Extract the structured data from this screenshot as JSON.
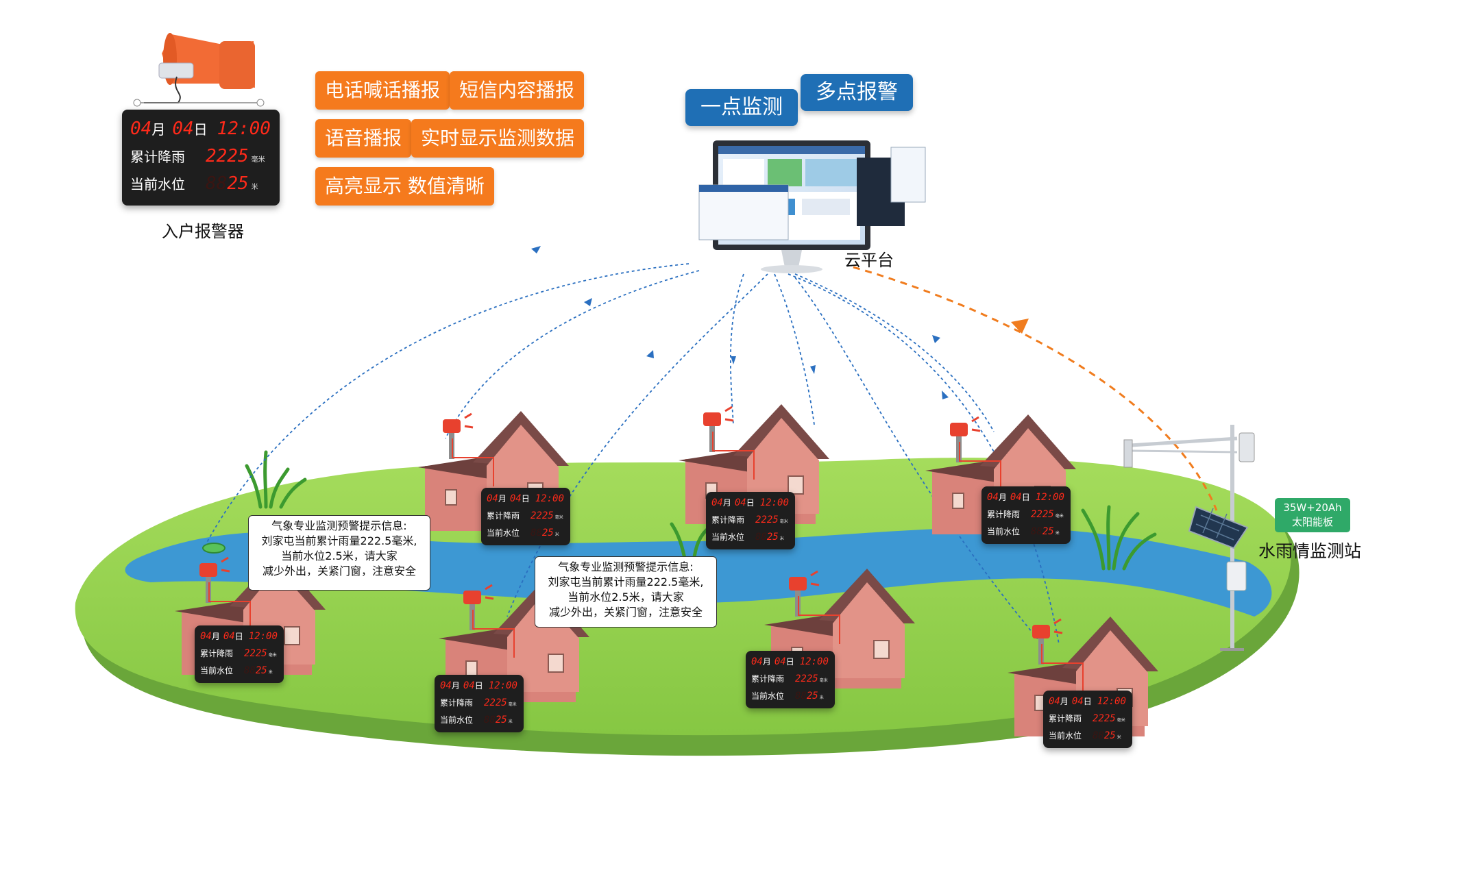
{
  "alarm_device": {
    "caption": "入户报警器",
    "display": {
      "month_value": "04",
      "month_unit": "月",
      "day_value": "04",
      "day_unit": "日",
      "time": "12:00",
      "rain_label": "累计降雨",
      "rain_dim": "",
      "rain_value": "2225",
      "rain_unit": "毫米",
      "water_label": "当前水位",
      "water_dim": "88",
      "water_value": "25",
      "water_unit": "米"
    }
  },
  "features": [
    "电话喊话播报",
    "短信内容播报",
    "语音播报",
    "实时显示监测数据",
    "高亮显示 数值清晰"
  ],
  "cloud": {
    "badges": [
      "一点监测",
      "多点报警"
    ],
    "caption": "云平台"
  },
  "station": {
    "caption": "水雨情监测站",
    "solar_badge": [
      "35W+20Ah",
      "太阳能板"
    ]
  },
  "warning_message": {
    "lines": [
      "气象专业监测预警提示信息:",
      "刘家屯当前累计雨量222.5毫米,",
      "当前水位2.5米，请大家",
      "减少外出，关紧门窗，注意安全"
    ]
  },
  "colors": {
    "tag": "#f57a1d",
    "badge": "#1f6fb5",
    "grass": "#8fcf4a",
    "river": "#3d98d3",
    "roof": "#7a4a47",
    "wall": "#d9837a",
    "link": "#2a6fc0",
    "uplink": "#f07c1e",
    "solar": "#2fa968"
  }
}
